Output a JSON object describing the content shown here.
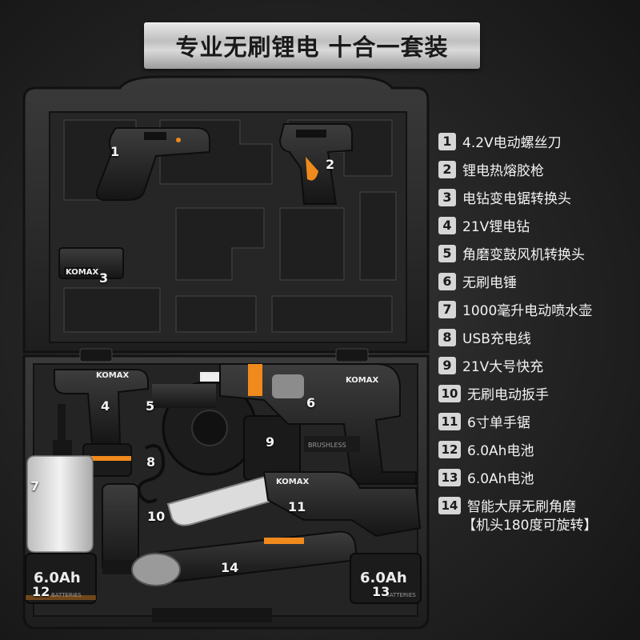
{
  "title": "专业无刷锂电  十合一套装",
  "brand": "KOMAX",
  "legend": [
    {
      "num": "1",
      "text": "4.2V电动螺丝刀"
    },
    {
      "num": "2",
      "text": "锂电热熔胶枪"
    },
    {
      "num": "3",
      "text": "电钻变电锯转换头"
    },
    {
      "num": "4",
      "text": "21V锂电钻"
    },
    {
      "num": "5",
      "text": "角磨变鼓风机转换头"
    },
    {
      "num": "6",
      "text": "无刷电锤"
    },
    {
      "num": "7",
      "text": "1000毫升电动喷水壶"
    },
    {
      "num": "8",
      "text": "USB充电线"
    },
    {
      "num": "9",
      "text": "21V大号快充"
    },
    {
      "num": "10",
      "text": "无刷电动扳手"
    },
    {
      "num": "11",
      "text": "6寸单手锯"
    },
    {
      "num": "12",
      "text": "6.0Ah电池"
    },
    {
      "num": "13",
      "text": "6.0Ah电池"
    },
    {
      "num": "14",
      "text": "智能大屏无刷角磨",
      "sub": "【机头180度可旋转】"
    }
  ],
  "tool_labels": [
    "1",
    "2",
    "3",
    "4",
    "5",
    "6",
    "7",
    "8",
    "9",
    "10",
    "11",
    "12",
    "13",
    "14"
  ],
  "battery_label": "6.0Ah",
  "battery_caption": "BATTERIES",
  "hammer_caption": "BRUSHLESS",
  "colors": {
    "accent": "#f08a1c",
    "case": "#2b2b2b",
    "plate": "#d0d0d0"
  }
}
